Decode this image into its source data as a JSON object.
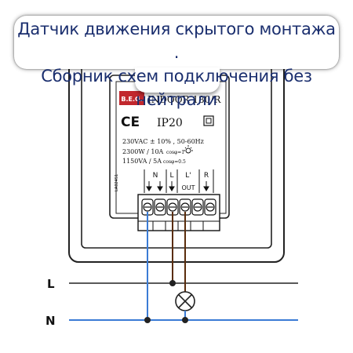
{
  "caption": {
    "line1": "Датчик движения скрытого монтажа .",
    "line2": "Сборник схем подключения без",
    "line3": "нейтрали"
  },
  "label_plate": {
    "brand": "B.E.G.",
    "model": "INDOOR 180/R",
    "ce_mark": "CE",
    "ip_rating": "IP20",
    "spec1": "230VAC ± 10% , 50-60Hz",
    "spec2": "2300W / 10A",
    "spec2_cos": "cosφ=1",
    "spec3": "1150VA / 5A",
    "spec3_cos": "cosφ=0.5",
    "side_code": "LA02451"
  },
  "terminals": {
    "labels": [
      "N",
      "L",
      "L'",
      "R"
    ],
    "out_label": "OUT"
  },
  "wires": {
    "line_label": "L",
    "neutral_label": "N"
  },
  "colors": {
    "caption_text": "#1a2e6e",
    "blue_wire": "#3a7bd5",
    "brown_wire": "#5a2d0c",
    "outline": "#222222"
  }
}
